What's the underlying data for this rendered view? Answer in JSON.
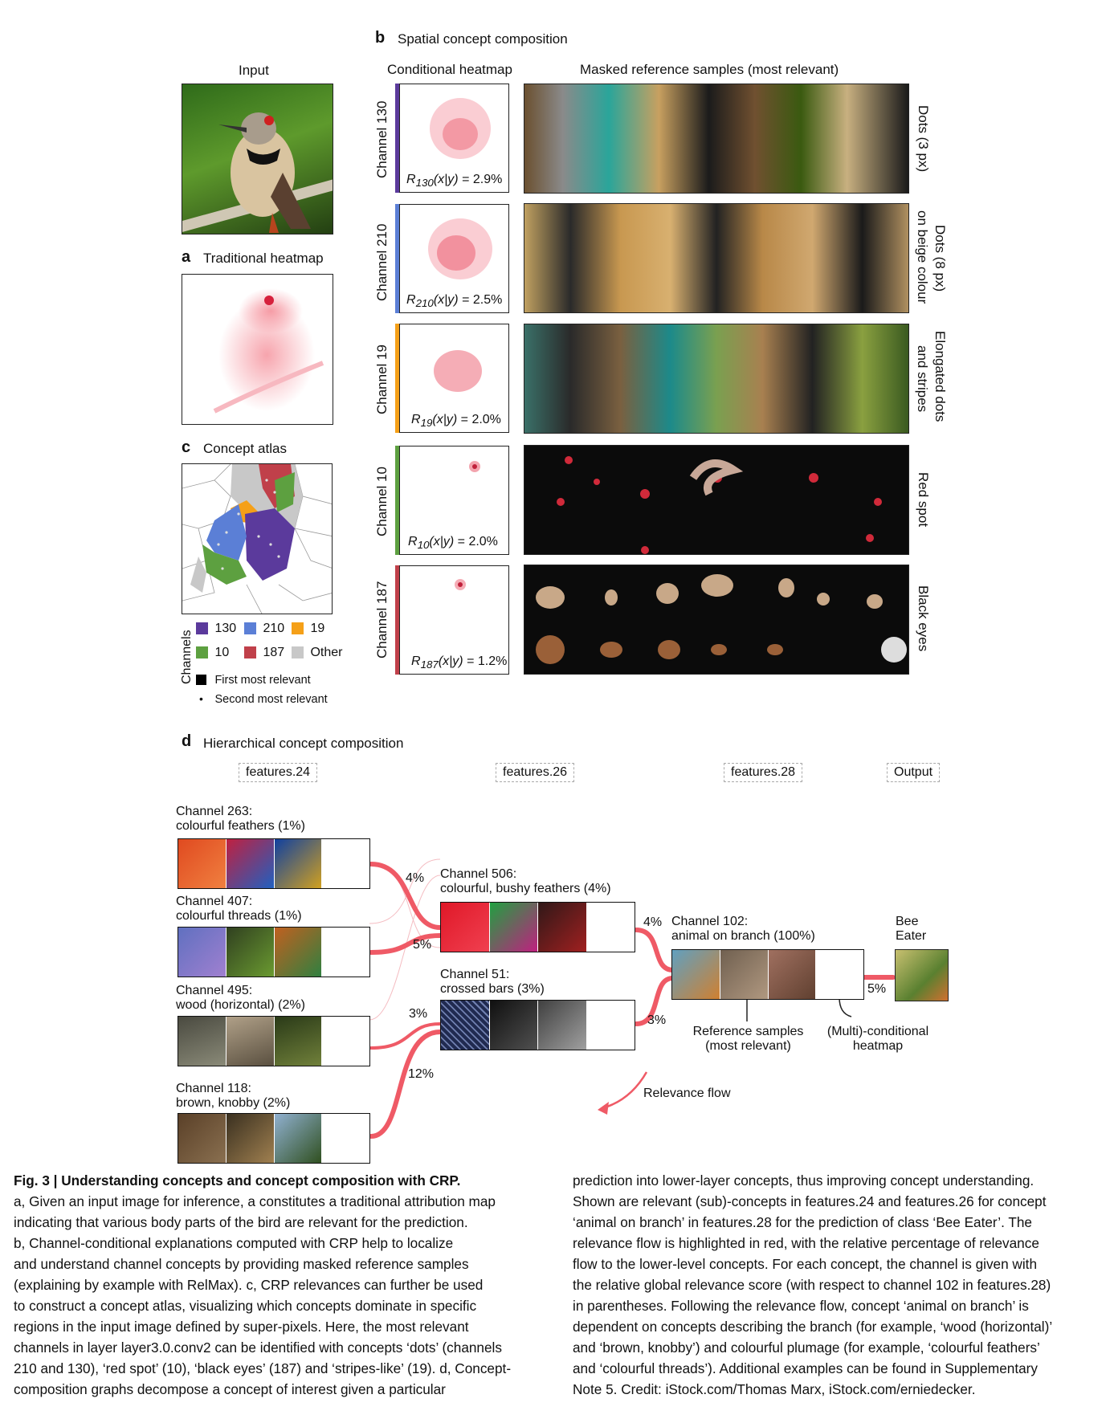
{
  "panel_b": {
    "letter": "b",
    "title": "Spatial concept composition",
    "col_heatmap": "Conditional heatmap",
    "col_samples": "Masked reference samples (most relevant)",
    "rows": [
      {
        "channel": "Channel 130",
        "r_sub": "130",
        "r_val": " = 2.9%",
        "concept": "Dots (3 px)",
        "color": "#5b3a9c"
      },
      {
        "channel": "Channel 210",
        "r_sub": "210",
        "r_val": " = 2.5%",
        "concept_line1": "Dots (8 px)",
        "concept_line2": "on beige colour",
        "color": "#5b7fd6"
      },
      {
        "channel": "Channel 19",
        "r_sub": "19",
        "r_val": " = 2.0%",
        "concept_line1": "Elongated dots",
        "concept_line2": "and stripes",
        "color": "#f5a018"
      },
      {
        "channel": "Channel 10",
        "r_sub": "10",
        "r_val": " = 2.0%",
        "concept": "Red spot",
        "color": "#5da040"
      },
      {
        "channel": "Channel 187",
        "r_sub": "187",
        "r_val": " = 1.2%",
        "concept": "Black eyes",
        "color": "#c0404a"
      }
    ],
    "r_prefix": "R",
    "r_arg": "(x|y)"
  },
  "input_label": "Input",
  "panel_a": {
    "letter": "a",
    "title": "Traditional heatmap"
  },
  "panel_c": {
    "letter": "c",
    "title": "Concept atlas",
    "legend_title": "Channels",
    "legend": [
      {
        "label": "130",
        "color": "#5b3a9c"
      },
      {
        "label": "210",
        "color": "#5b7fd6"
      },
      {
        "label": "19",
        "color": "#f5a018"
      },
      {
        "label": "10",
        "color": "#5da040"
      },
      {
        "label": "187",
        "color": "#c0404a"
      },
      {
        "label": "Other",
        "color": "#c8c8c8"
      }
    ],
    "first": "First most relevant",
    "second": "Second most relevant"
  },
  "panel_d": {
    "letter": "d",
    "title": "Hierarchical concept composition",
    "layers": [
      "features.24",
      "features.26",
      "features.28",
      "Output"
    ],
    "nodes": {
      "c263_l1": "Channel 263:",
      "c263_l2": "colourful feathers (1%)",
      "c407_l1": "Channel 407:",
      "c407_l2": "colourful threads  (1%)",
      "c495_l1": "Channel 495:",
      "c495_l2": "wood (horizontal) (2%)",
      "c118_l1": "Channel 118:",
      "c118_l2": "brown, knobby (2%)",
      "c506_l1": "Channel 506:",
      "c506_l2": "colourful, bushy feathers (4%)",
      "c51_l1": "Channel 51:",
      "c51_l2": "crossed bars (3%)",
      "c102_l1": "Channel 102:",
      "c102_l2": "animal on branch (100%)",
      "out_l1": "Bee",
      "out_l2": "Eater"
    },
    "percents": {
      "p1": "4%",
      "p2": "5%",
      "p3": "3%",
      "p4": "12%",
      "p5": "4%",
      "p6": "3%",
      "p7": "5%"
    },
    "ref_l1": "Reference samples",
    "ref_l2": "(most relevant)",
    "heat_l1": "(Multi)-conditional",
    "heat_l2": "heatmap",
    "flow": "Relevance flow"
  },
  "caption": {
    "title": "Fig. 3 | Understanding concepts and concept composition with CRP.",
    "left": [
      "a, Given an input image for inference, a constitutes a traditional attribution map",
      "indicating that various body parts of the bird are relevant for the prediction.",
      "b, Channel-conditional explanations computed with CRP help to localize",
      "and understand channel concepts by providing masked reference samples",
      "(explaining by example with RelMax). c, CRP relevances can further be used",
      "to construct a concept atlas, visualizing which concepts dominate in specific",
      "regions in the input image defined by super-pixels. Here, the most relevant",
      "channels in layer layer3.0.conv2 can be identified with concepts ‘dots’ (channels",
      "210 and 130), ‘red spot’ (10), ‘black eyes’ (187) and ‘stripes-like’ (19). d, Concept-",
      "composition graphs decompose a concept of interest given a particular"
    ],
    "right": [
      "prediction into lower-layer concepts, thus improving concept understanding.",
      "Shown are relevant (sub)-concepts in features.24 and features.26 for concept",
      "‘animal on branch’ in features.28 for the prediction of class ‘Bee Eater’. The",
      "relevance flow is highlighted in red, with the relative percentage of relevance",
      "flow to the lower-level concepts. For each concept, the channel is given with",
      "the relative global relevance score (with respect to channel 102 in features.28)",
      "in parentheses. Following the relevance flow, concept ‘animal on branch’ is",
      "dependent on concepts describing the branch (for example, ‘wood (horizontal)’",
      "and ‘brown, knobby’) and colourful plumage (for example, ‘colourful feathers’",
      "and ‘colourful threads’). Additional examples can be found in Supplementary",
      "Note 5. Credit: iStock.com/Thomas Marx, iStock.com/erniedecker."
    ]
  }
}
